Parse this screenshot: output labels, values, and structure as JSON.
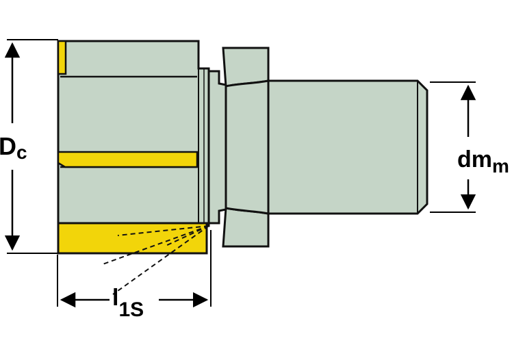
{
  "labels": {
    "dc_main": "D",
    "dc_sub": "c",
    "dmm_main": "dm",
    "dmm_sub": "m",
    "l1s_main": "l",
    "l1s_sub": "1S"
  },
  "colors": {
    "body": "#c5d5c7",
    "outline": "#111111",
    "insert": "#f2d50a",
    "insert_edge": "#b89b00",
    "background": "#ffffff"
  }
}
